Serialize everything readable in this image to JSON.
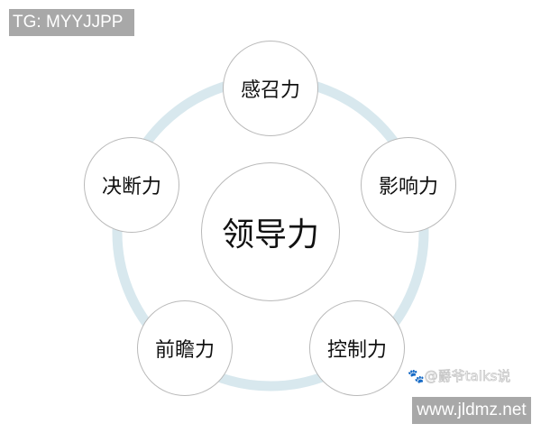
{
  "watermarks": {
    "top_left": "TG: MYYJJPP",
    "bottom_right_site": "www.jldmz.net",
    "source_mark": "🐾@爵爷talks说"
  },
  "diagram": {
    "type": "hub-and-ring",
    "ring_color": "#d8e8ee",
    "node_border_color": "#b9b9b9",
    "center": {
      "label": "领导力"
    },
    "nodes": [
      {
        "label": "感召力",
        "position": "top"
      },
      {
        "label": "影响力",
        "position": "right"
      },
      {
        "label": "控制力",
        "position": "bottom-right"
      },
      {
        "label": "前瞻力",
        "position": "bottom-left"
      },
      {
        "label": "决断力",
        "position": "left"
      }
    ]
  }
}
